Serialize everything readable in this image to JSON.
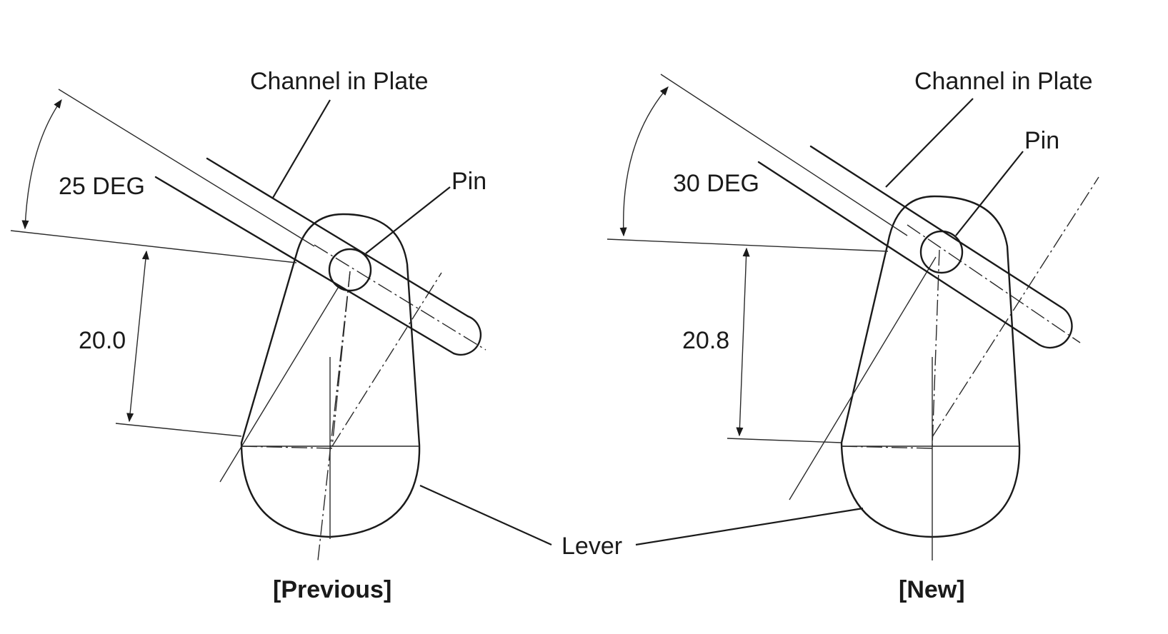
{
  "labels": {
    "channel": "Channel in Plate",
    "pin": "Pin",
    "lever": "Lever"
  },
  "previous": {
    "angle": "25 DEG",
    "dimension": "20.0",
    "caption": "[Previous]"
  },
  "new": {
    "angle": "30 DEG",
    "dimension": "20.8",
    "caption": "[New]"
  }
}
